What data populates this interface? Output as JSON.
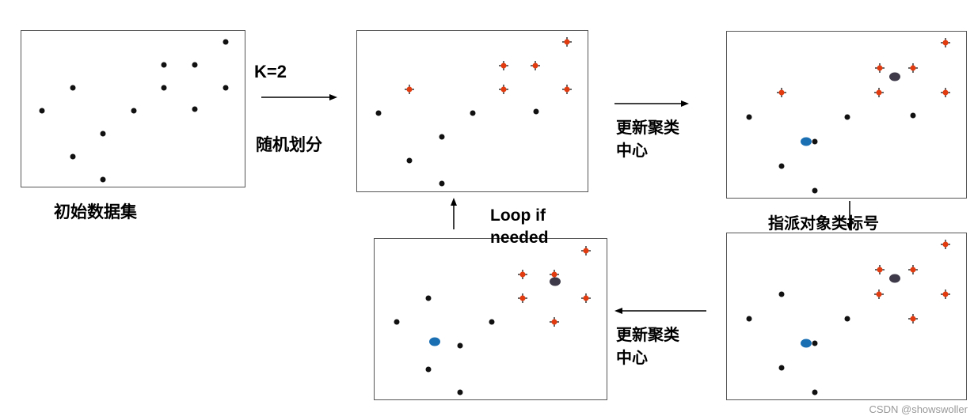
{
  "labels": {
    "initial_dataset": "初始数据集",
    "k_value": "K=2",
    "random_partition": "随机划分",
    "update_centers_1": "更新聚类\n中心",
    "update_centers_2": "更新聚类\n中心",
    "assign_labels": "指派对象类标号",
    "loop_if_needed": "Loop if needed"
  },
  "watermark": "CSDN @showswoller",
  "colors": {
    "point_black": "#111111",
    "point_red": "#e23b10",
    "centroid_blue": "#1a6fb3",
    "centroid_dark": "#3f3a4a",
    "arrow": "#000000"
  }
}
